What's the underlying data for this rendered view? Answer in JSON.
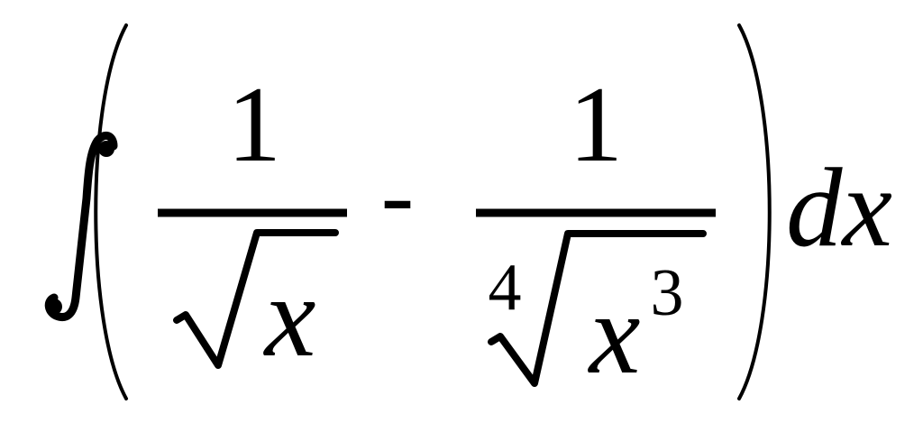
{
  "formula": {
    "latex": "\\int\\left(\\frac{1}{\\sqrt{x}} - \\frac{1}{\\sqrt[4]{x^3}}\\right)dx",
    "first_term": {
      "numerator": "1",
      "radicand": "x"
    },
    "operator": "-",
    "second_term": {
      "numerator": "1",
      "root_index": "4",
      "radicand": "x",
      "exponent": "3"
    },
    "differential": "dx"
  }
}
